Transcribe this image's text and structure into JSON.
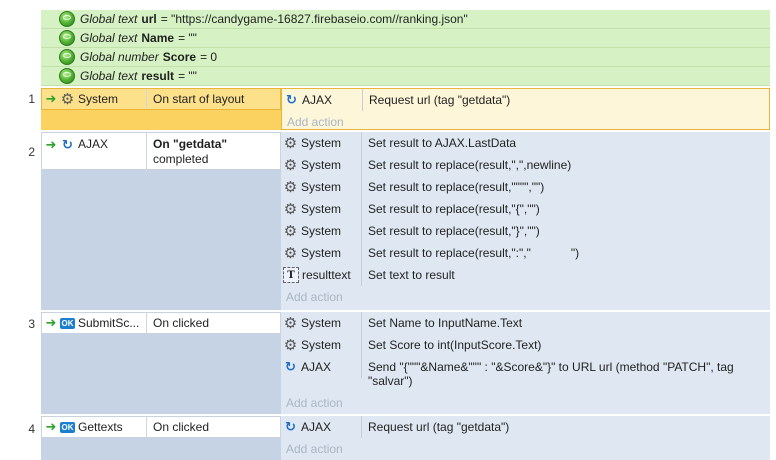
{
  "globals": [
    {
      "kind": "Global text",
      "name": "url",
      "value": "= \"https://candygame-16827.firebaseio.com//ranking.json\""
    },
    {
      "kind": "Global text",
      "name": "Name",
      "value": "= \"\""
    },
    {
      "kind": "Global number",
      "name": "Score",
      "value": "= 0"
    },
    {
      "kind": "Global text",
      "name": "result",
      "value": "= \"\""
    }
  ],
  "events": [
    {
      "number": "1",
      "object": "System",
      "condition": "On start of layout",
      "actions": [
        {
          "object": "AJAX",
          "text": "Request url (tag \"getdata\")"
        }
      ],
      "add_action": "Add action"
    },
    {
      "number": "2",
      "object": "AJAX",
      "condition_a": "On \"getdata\"",
      "condition_b": "completed",
      "actions": [
        {
          "object": "System",
          "text": "Set result to AJAX.LastData"
        },
        {
          "object": "System",
          "text": "Set result to replace(result,\",\",newline)"
        },
        {
          "object": "System",
          "text": "Set result to replace(result,\"\"\"\",\"\")"
        },
        {
          "object": "System",
          "text": "Set result to replace(result,\"{\",\"\")"
        },
        {
          "object": "System",
          "text": "Set result to replace(result,\"}\",\"\")"
        },
        {
          "object": "System",
          "text": "Set result to replace(result,\":\",\"            \")"
        },
        {
          "object": "resulttext",
          "text": "Set text to result"
        }
      ],
      "add_action": "Add action"
    },
    {
      "number": "3",
      "object": "SubmitSc...",
      "condition": "On clicked",
      "actions": [
        {
          "object": "System",
          "text": "Set Name to InputName.Text"
        },
        {
          "object": "System",
          "text": "Set Score to int(InputScore.Text)"
        },
        {
          "object": "AJAX",
          "text_line1": "Send \"{\"\"\"&Name&\"\"\" : \"&Score&\"}\" to URL url (method \"PATCH\", tag",
          "text_line2": "\"salvar\")"
        }
      ],
      "add_action": "Add action"
    },
    {
      "number": "4",
      "object": "Gettexts",
      "condition": "On clicked",
      "actions": [
        {
          "object": "AJAX",
          "text": "Request url (tag \"getdata\")"
        }
      ],
      "add_action": "Add action"
    }
  ]
}
